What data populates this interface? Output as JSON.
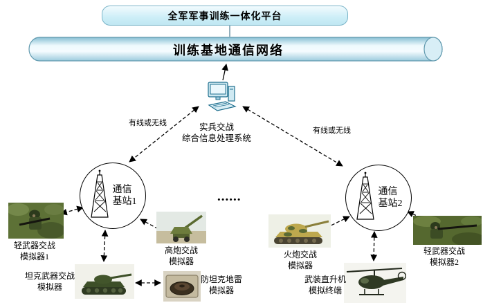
{
  "platform": {
    "label": "全军军事训练一体化平台"
  },
  "network": {
    "label": "训练基地通信网络"
  },
  "processing_system": {
    "label": "实兵交战\n综合信息处理系统"
  },
  "links": {
    "left_label": "有线或无线",
    "right_label": "有线或无线"
  },
  "base_stations": {
    "station1": {
      "label": "通信\n基站1"
    },
    "station2": {
      "label": "通信\n基站2"
    }
  },
  "ellipsis": "......",
  "simulators": {
    "light_weapon_1": {
      "label": "轻武器交战\n模拟器1"
    },
    "aa_gun": {
      "label": "高炮交战\n模拟器"
    },
    "tank_weapon": {
      "label": "坦克武器交战\n模拟器"
    },
    "antitank_mine": {
      "label": "防坦克地雷\n模拟器"
    },
    "artillery": {
      "label": "火炮交战\n模拟器"
    },
    "helicopter": {
      "label": "武装直升机\n模拟终端"
    },
    "light_weapon_2": {
      "label": "轻武器交战\n模拟器2"
    }
  },
  "colors": {
    "cylinder_fill": "#aedbe9",
    "platform_fill": "#cdeef7",
    "line": "#000000"
  }
}
